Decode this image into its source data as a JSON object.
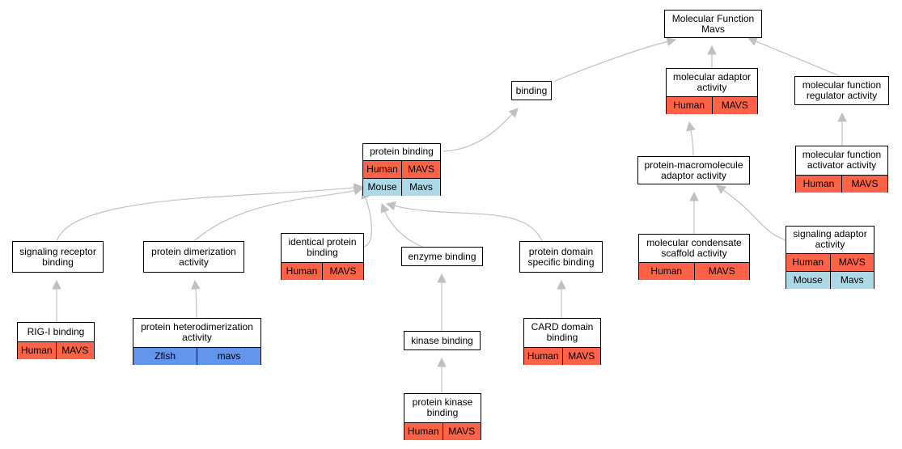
{
  "colors": {
    "edge": "#c0c0c0",
    "Human": "#ff6347",
    "Mouse": "#add8e6",
    "Zfish": "#6495ed"
  },
  "nodes": {
    "mf": {
      "label": "Molecular Function\nMavs",
      "rows": []
    },
    "binding": {
      "label": "binding",
      "rows": []
    },
    "mad": {
      "label": "molecular adaptor\nactivity",
      "rows": [
        [
          "Human",
          "MAVS"
        ]
      ]
    },
    "mfr": {
      "label": "molecular function\nregulator activity",
      "rows": []
    },
    "pb": {
      "label": "protein binding",
      "rows": [
        [
          "Human",
          "MAVS"
        ],
        [
          "Mouse",
          "Mavs"
        ]
      ]
    },
    "pma": {
      "label": "protein-macromolecule\nadaptor activity",
      "rows": []
    },
    "mfa": {
      "label": "molecular function\nactivator activity",
      "rows": [
        [
          "Human",
          "MAVS"
        ]
      ]
    },
    "srb": {
      "label": "signaling receptor\nbinding",
      "rows": []
    },
    "pda": {
      "label": "protein dimerization\nactivity",
      "rows": []
    },
    "ipb": {
      "label": "identical protein\nbinding",
      "rows": [
        [
          "Human",
          "MAVS"
        ]
      ]
    },
    "eb": {
      "label": "enzyme binding",
      "rows": []
    },
    "pdsb": {
      "label": "protein domain\nspecific binding",
      "rows": []
    },
    "mcs": {
      "label": "molecular condensate\nscaffold activity",
      "rows": [
        [
          "Human",
          "MAVS"
        ]
      ]
    },
    "saa": {
      "label": "signaling adaptor\nactivity",
      "rows": [
        [
          "Human",
          "MAVS"
        ],
        [
          "Mouse",
          "Mavs"
        ]
      ]
    },
    "rig": {
      "label": "RIG-I binding",
      "rows": [
        [
          "Human",
          "MAVS"
        ]
      ]
    },
    "phda": {
      "label": "protein heterodimerization\nactivity",
      "rows": [
        [
          "Zfish",
          "mavs"
        ]
      ]
    },
    "kb": {
      "label": "kinase binding",
      "rows": []
    },
    "cdb": {
      "label": "CARD domain\nbinding",
      "rows": [
        [
          "Human",
          "MAVS"
        ]
      ]
    },
    "pkb": {
      "label": "protein kinase\nbinding",
      "rows": [
        [
          "Human",
          "MAVS"
        ]
      ]
    }
  },
  "edges": [
    [
      "binding",
      "mf"
    ],
    [
      "mad",
      "mf"
    ],
    [
      "mfr",
      "mf"
    ],
    [
      "pb",
      "binding"
    ],
    [
      "pma",
      "mad"
    ],
    [
      "mfa",
      "mfr"
    ],
    [
      "srb",
      "pb"
    ],
    [
      "pda",
      "pb"
    ],
    [
      "ipb",
      "pb"
    ],
    [
      "eb",
      "pb"
    ],
    [
      "pdsb",
      "pb"
    ],
    [
      "mcs",
      "pma"
    ],
    [
      "saa",
      "pma"
    ],
    [
      "rig",
      "srb"
    ],
    [
      "phda",
      "pda"
    ],
    [
      "kb",
      "eb"
    ],
    [
      "cdb",
      "pdsb"
    ],
    [
      "pkb",
      "kb"
    ]
  ]
}
